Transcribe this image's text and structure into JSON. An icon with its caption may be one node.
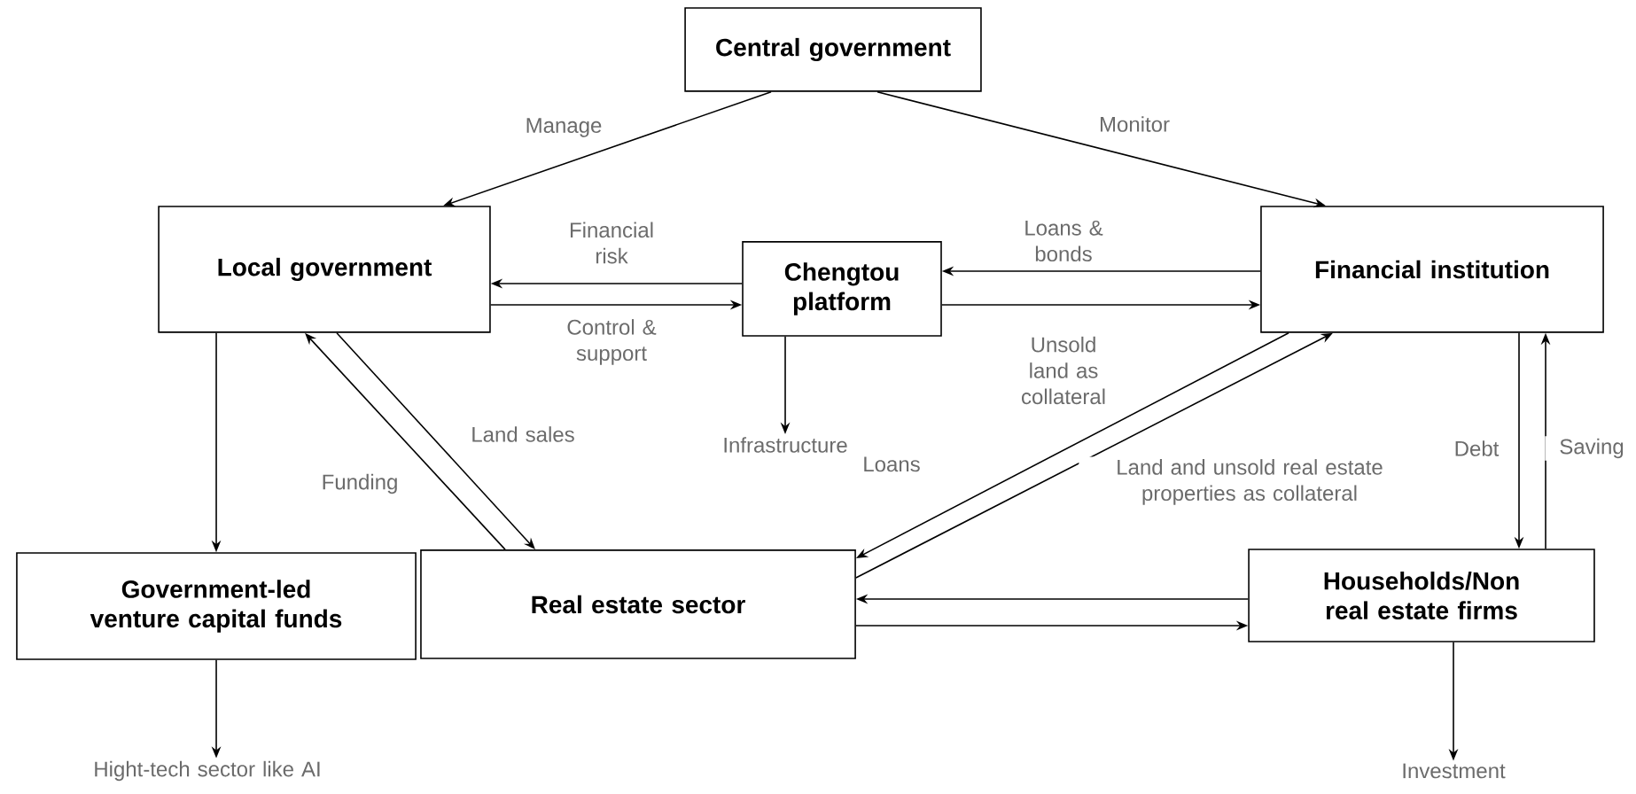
{
  "diagram": {
    "nodes": [
      {
        "text": [
          "Central government"
        ]
      },
      {
        "text": [
          "Local  government"
        ]
      },
      {
        "text": [
          "Chengtou platform"
        ]
      },
      {
        "text": [
          "Financial institution"
        ]
      },
      {
        "text": [
          "Infrastructure"
        ]
      },
      {
        "text": [
          "Government-led venture capital funds"
        ]
      },
      {
        "text": [
          "Real estate sector"
        ]
      },
      {
        "text": [
          "Households/Non real estate firms"
        ]
      },
      {
        "text": [
          "Hight-tech sector like AI"
        ]
      },
      {
        "text": [
          "Investment"
        ]
      }
    ],
    "edges": [
      {
        "from": 0,
        "to": 1,
        "arrow": "to",
        "label": "Manage"
      },
      {
        "from": 0,
        "to": 3,
        "arrow": "to",
        "label": "Monitor"
      },
      {
        "from": 2,
        "to": 1,
        "arrow": "to",
        "label": "Financial risk"
      },
      {
        "from": 1,
        "to": 2,
        "arrow": "to",
        "label": "Control & support"
      },
      {
        "from": 3,
        "to": 2,
        "arrow": "to",
        "label": "Loans & bonds"
      },
      {
        "from": 2,
        "to": 3,
        "arrow": "to",
        "label": "Unsold land as collateral"
      },
      {
        "from": 2,
        "to": 4,
        "arrow": "to"
      },
      {
        "from": 1,
        "to": 5,
        "arrow": "to"
      },
      {
        "from": 6,
        "to": 1,
        "arrow": "to",
        "label": "Funding"
      },
      {
        "from": 1,
        "to": 6,
        "arrow": "to",
        "label": "Land sales"
      },
      {
        "from": 3,
        "to": 6,
        "arrow": "to",
        "label": "Loans"
      },
      {
        "from": 6,
        "to": 3,
        "arrow": "to",
        "label": "Land and unsold real estate properties as collateral"
      },
      {
        "from": 3,
        "to": 7,
        "arrow": "to",
        "label": "Debt"
      },
      {
        "from": 7,
        "to": 3,
        "arrow": "to",
        "label": "Saving"
      },
      {
        "from": 7,
        "to": 6,
        "arrow": "to"
      },
      {
        "from": 6,
        "to": 7,
        "arrow": "to"
      },
      {
        "from": 5,
        "to": 8,
        "arrow": "to"
      },
      {
        "from": 7,
        "to": 9,
        "arrow": "to"
      }
    ]
  }
}
